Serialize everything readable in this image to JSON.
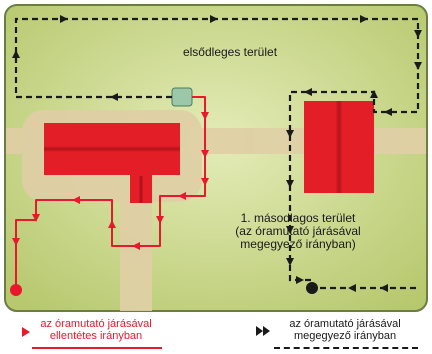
{
  "labels": {
    "primary_area": "elsődleges terület",
    "secondary_area": "1. másodlagos terület\n(az óramutató járásával\nmegegyező irányban)",
    "legend_ccw": "az óramutató járásával\nellentétes irányban",
    "legend_cw": "az óramutató járásával\nmegegyező irányban"
  },
  "colors": {
    "route_red": "#e8192c",
    "route_black": "#1a1a1a",
    "lawn": "#c9d88e",
    "path": "#e0cfa6",
    "building": "#e41e26",
    "dock": "#9cc7a8",
    "frame": "#6b7d44"
  }
}
